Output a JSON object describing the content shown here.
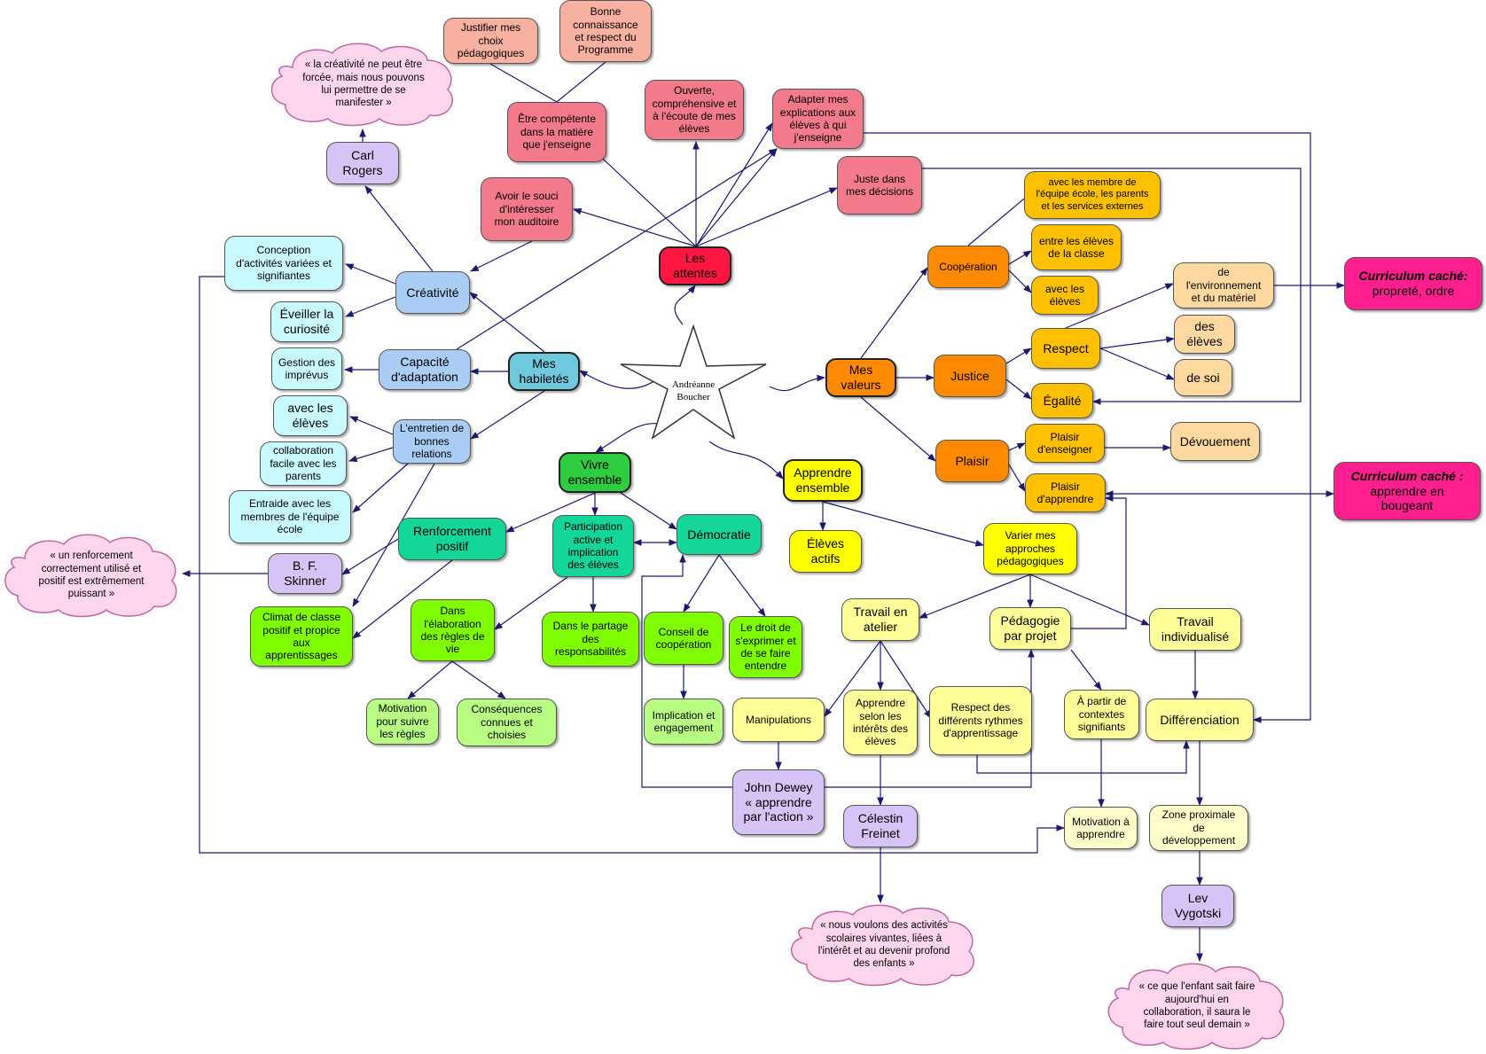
{
  "colors": {
    "line": "#1a1a6e",
    "attentes": "#f37a8a",
    "attentes_hub": "#ff1744",
    "valeurs": "#ffc000",
    "valeurs_hub": "#ff8a00",
    "valeurs_light": "#ffd9a0",
    "habiletes": "#a9cdf5",
    "habiletes_hub": "#6ec9dc",
    "cyan": "#c8faff",
    "green": "#7fff00",
    "green_hub": "#2ecc40",
    "teal": "#14d699",
    "lightgreen": "#b8ff84",
    "yellow": "#ffff00",
    "lightyellow": "#ffff99",
    "paleyellow": "#ffffcc",
    "purple": "#d5c4f5",
    "salmon": "#f8b0a0",
    "cloud": "#ffd6ec",
    "cloud_border": "#c066a8",
    "curriculum": "#ff1f8e"
  },
  "center": {
    "line1": "Andréanne",
    "line2": "Boucher"
  },
  "nodes": {
    "attentes": "Les\nattentes",
    "justifier": "Justifier mes\nchoix\npédagogiques",
    "connaissance": "Bonne\nconnaissance\net respect du\nProgramme",
    "competente": "Être compétente\ndans la matière\nque j'enseigne",
    "ouverte": "Ouverte,\ncompréhensive et\nà l'écoute de mes\nélèves",
    "adapter": "Adapter mes\nexplications aux\nélèves à qui\nj'enseigne",
    "juste": "Juste dans\nmes décisions",
    "souci": "Avoir le souci\nd'intéresser\nmon auditoire",
    "valeurs": "Mes\nvaleurs",
    "cooperation": "Coopération",
    "coop_equipe": "avec les membre de\nl'équipe école, les parents\net les services externes",
    "coop_eleves_classe": "entre les élèves\nde la classe",
    "coop_avec_eleves": "avec les\nélèves",
    "justice": "Justice",
    "respect": "Respect",
    "resp_env": "de\nl'environnement\net du matériel",
    "resp_eleves": "des\nélèves",
    "resp_soi": "de soi",
    "egalite": "Égalité",
    "plaisir": "Plaisir",
    "plaisir_enseigner": "Plaisir\nd'enseigner",
    "plaisir_apprendre": "Plaisir\nd'apprendre",
    "devouement": "Dévouement",
    "habiletes": "Mes\nhabiletés",
    "creativite": "Créativité",
    "carl": "Carl\nRogers",
    "conception": "Conception\nd'activités variées et\nsignifiantes",
    "eveiller": "Éveiller la\ncuriosité",
    "capacite": "Capacité\nd'adaptation",
    "imprevus": "Gestion des\nimprévus",
    "entretien": "L'entretien de\nbonnes\nrelations",
    "rel_eleves": "avec les\nélèves",
    "rel_parents": "collaboration\nfacile avec les\nparents",
    "rel_equipe": "Entraide avec les\nmembres de l'équipe\nécole",
    "skinner": "B. F.\nSkinner",
    "climat": "Climat de classe\npositif et propice\naux\napprentissages",
    "vivre": "Vivre\nensemble",
    "renforcement": "Renforcement\npositif",
    "participation": "Participation\nactive et\nimplication\ndes élèves",
    "democratie": "Démocratie",
    "regles": "Dans\nl'élaboration\ndes règles de\nvie",
    "partage": "Dans le partage\ndes\nresponsabilités",
    "motivation_regles": "Motivation\npour suivre\nles règles",
    "consequences": "Conséquences\nconnues et\nchoisies",
    "conseil": "Conseil de\ncoopération",
    "droit": "Le droit de\ns'exprimer et\nde se faire\nentendre",
    "implication": "Implication et\nengagement",
    "apprendre_ens": "Apprendre\nensemble",
    "eleves_actifs": "Élèves\nactifs",
    "varier": "Varier mes\napproches\npédagogiques",
    "atelier": "Travail en\natelier",
    "projet": "Pédagogie\npar projet",
    "individualise": "Travail\nindividualisé",
    "manipulations": "Manipulations",
    "interets": "Apprendre\nselon les\nintérêts des\nélèves",
    "rythmes": "Respect des\ndifférents rythmes\nd'apprentissage",
    "contextes": "À partir de\ncontextes\nsignifiants",
    "differenciation": "Différenciation",
    "dewey": "John Dewey\n« apprendre\npar l'action »",
    "freinet": "Célestin\nFreinet",
    "motivation_apprendre": "Motivation à\napprendre",
    "zone": "Zone proximale\nde\ndéveloppement",
    "vygotski": "Lev\nVygotski"
  },
  "curriculum": {
    "c1_title": "Curriculum caché:",
    "c1_text": "propreté, ordre",
    "c2_title": "Curriculum caché :",
    "c2_text": "apprendre en\nbougeant"
  },
  "clouds": {
    "rogers": "« la créativité ne peut être\nforcée, mais nous pouvons\nlui permettre de se\nmanifester »",
    "skinner": "« un renforcement\ncorrectement utilisé et\npositif est extrêmement\npuissant »",
    "freinet": "« nous voulons des activités\nscolaires vivantes, liées à\nl'intérêt et au devenir profond\ndes enfants »",
    "vygotski": "« ce que l'enfant sait faire\naujourd'hui en\ncollaboration, il saura le\nfaire tout seul demain »"
  }
}
